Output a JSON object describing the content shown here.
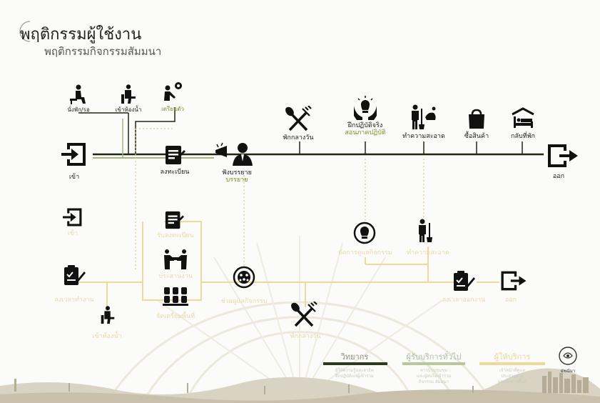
{
  "header": {
    "title": "พฤติกรรมผู้ใช้งาน",
    "subtitle": "พฤติกรรมกิจกรรมสัมมนา"
  },
  "general_flow": {
    "enter": "เข้า",
    "register": "ลงทะเบียน",
    "listen": "ฟังบรรยาย",
    "lecture": "บรรยาย",
    "rest_wait": "นั่งพัก/รอ",
    "restroom": "เข้าห้องน้ำ",
    "prepare": "เตรียมตัว",
    "lunch": "พักกลางวัน",
    "practice": "ฝึกปฏิบัติจริง",
    "teach_practice": "สอนภาคปฏิบัติ",
    "cleaning": "ทำความสะอาด",
    "buy_goods": "ซื้อสินค้า",
    "return_lodging": "กลับที่พัก",
    "exit": "ออก"
  },
  "staff_flow": {
    "enter": "เข้า",
    "receive_registration": "รับลงทะเบียน",
    "coordinate": "ประสานงาน",
    "prepare_space": "จัดเตรียมพื้นที่",
    "clock_in": "ลงเวลาทำงาน",
    "restroom": "เข้าห้องน้ำ",
    "assist_activity": "ช่วยดูแลกิจกรรม",
    "rest": "พักกลางวัน",
    "manage_activity": "จัดการดูแลกิจกรรม",
    "cleaning": "ทำความสะอาด",
    "clock_out": "ลงเวลาออกงาน",
    "exit": "ออก"
  },
  "legend": [
    {
      "title": "วิทยากร",
      "note": "ผู้ให้ความรู้และสาธิต\nฝึกปฏิบัติแก่ผู้เข้าร่วม",
      "color": "#2f3a1a"
    },
    {
      "title": "ผู้รับบริการทั่วไป",
      "note": "ชาวบ้านชุมชน\nและผู้สนใจเข้าร่วม\nกิจกรรม สัมมนา",
      "color": "#b9c79a"
    },
    {
      "title": "ผู้ให้บริการ",
      "note": "เจ้าหน้าที่ดูแล\nประสานงาน\nและจัดการพื้นที่",
      "color": "#f0d79a"
    }
  ],
  "logo": {
    "text": "มัชฌิมา"
  },
  "colors": {
    "general_line": "#1f2612",
    "general_line_light": "#a8b57a",
    "staff_line": "#f0d79a",
    "icon_dark": "#111111",
    "accent_olive": "#7e8c2a"
  },
  "icons": [
    "enter-icon",
    "register-icon",
    "megaphone-speaker-icon",
    "sitting-person-icon",
    "toilet-icon",
    "preparing-person-icon",
    "spoon-fork-icon",
    "lightbulb-hands-icon",
    "cleaning-icon",
    "shopping-bag-icon",
    "bed-icon",
    "exit-icon",
    "clipboard-icon",
    "handshake-icon",
    "seats-icon",
    "group-circle-icon"
  ]
}
